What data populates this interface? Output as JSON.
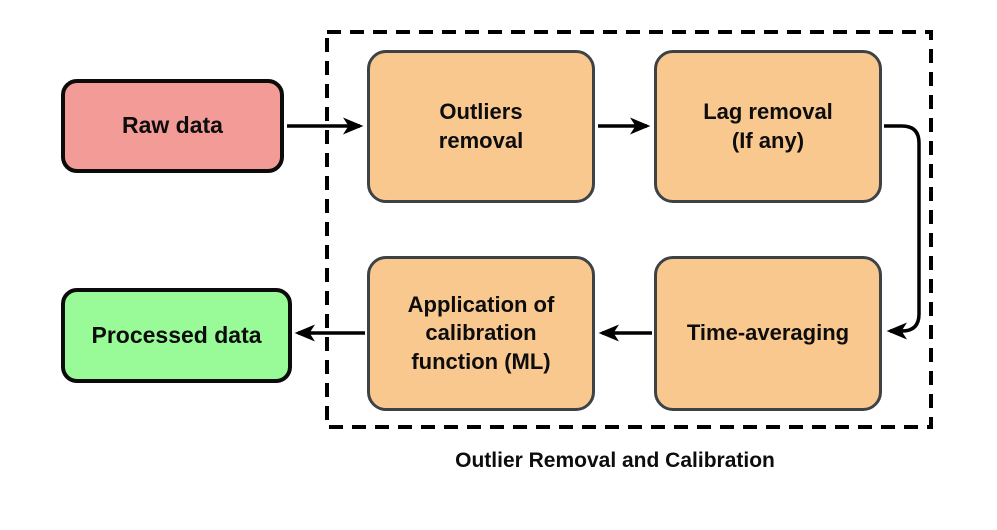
{
  "diagram": {
    "group": {
      "label": "Outlier Removal and Calibration",
      "border_style": "dashed",
      "border_color": "#000000"
    },
    "nodes": {
      "raw": {
        "label": "Raw data",
        "fill": "#f29b97",
        "border": "#0b0b0b",
        "role": "input"
      },
      "outliers": {
        "label": "Outliers\nremoval",
        "fill": "#f9c88f",
        "border": "#3d4247",
        "role": "process"
      },
      "lag": {
        "label": "Lag removal\n(If any)",
        "fill": "#f9c88f",
        "border": "#3d4247",
        "role": "process"
      },
      "time": {
        "label": "Time-averaging",
        "fill": "#f9c88f",
        "border": "#3d4247",
        "role": "process"
      },
      "calibration": {
        "label": "Application of\ncalibration\nfunction (ML)",
        "fill": "#f9c88f",
        "border": "#3d4247",
        "role": "process"
      },
      "processed": {
        "label": "Processed data",
        "fill": "#98fb98",
        "border": "#0b0b0b",
        "role": "output"
      }
    },
    "edges": [
      {
        "from": "raw",
        "to": "outliers"
      },
      {
        "from": "outliers",
        "to": "lag"
      },
      {
        "from": "lag",
        "to": "time"
      },
      {
        "from": "time",
        "to": "calibration"
      },
      {
        "from": "calibration",
        "to": "processed"
      }
    ],
    "arrow_color": "#000000"
  }
}
